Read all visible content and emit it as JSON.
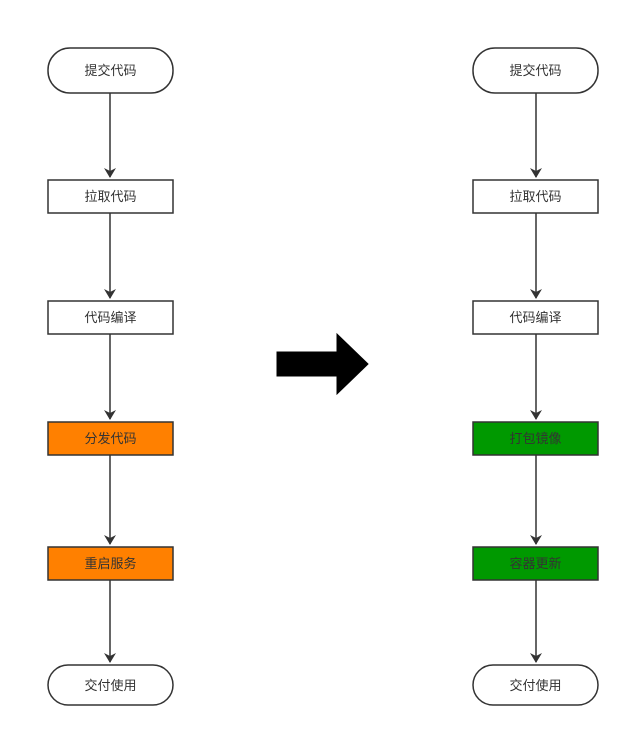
{
  "left_flow": {
    "nodes": [
      {
        "label": "提交代码",
        "shape": "terminal",
        "fill": "#ffffff"
      },
      {
        "label": "拉取代码",
        "shape": "process",
        "fill": "#ffffff"
      },
      {
        "label": "代码编译",
        "shape": "process",
        "fill": "#ffffff"
      },
      {
        "label": "分发代码",
        "shape": "process",
        "fill": "#ff8000"
      },
      {
        "label": "重启服务",
        "shape": "process",
        "fill": "#ff8000"
      },
      {
        "label": "交付使用",
        "shape": "terminal",
        "fill": "#ffffff"
      }
    ]
  },
  "right_flow": {
    "nodes": [
      {
        "label": "提交代码",
        "shape": "terminal",
        "fill": "#ffffff"
      },
      {
        "label": "拉取代码",
        "shape": "process",
        "fill": "#ffffff"
      },
      {
        "label": "代码编译",
        "shape": "process",
        "fill": "#ffffff"
      },
      {
        "label": "打包镜像",
        "shape": "process",
        "fill": "#009900"
      },
      {
        "label": "容器更新",
        "shape": "process",
        "fill": "#009900"
      },
      {
        "label": "交付使用",
        "shape": "terminal",
        "fill": "#ffffff"
      }
    ]
  },
  "colors": {
    "stroke": "#333333",
    "text": "#333333",
    "transition_arrow": "#000000"
  },
  "transition_icon": "right-arrow-icon"
}
